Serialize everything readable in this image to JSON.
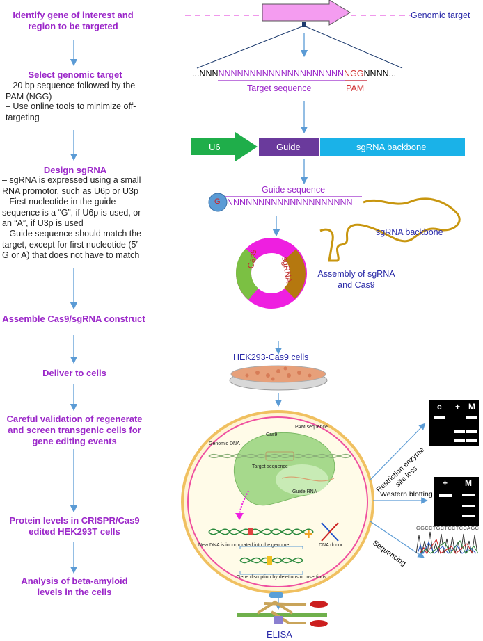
{
  "steps": {
    "s1_title": "Identify gene of interest and region to be targeted",
    "s2_title": "Select genomic target",
    "s2_line1": "– 20 bp sequence followed by the PAM (NGG)",
    "s2_line2": "– Use online tools to minimize off-targeting",
    "s3_title": "Design sgRNA",
    "s3_line1": "– sgRNA is expressed using a small RNA promotor, such as U6p or U3p",
    "s3_line2": "– First nucleotide in the guide sequence is a “G”, if U6p is used, or an “A”, if U3p is used",
    "s3_line3": "– Guide sequence should match the target, except for first nucleotide (5′ G or A) that does not have to match",
    "s4_title": "Assemble Cas9/sgRNA construct",
    "s5_title": "Deliver to cells",
    "s6_title": "Careful validation of regenerate and screen transgenic cells for gene editing events",
    "s7_title": "Protein levels in CRISPR/Cas9 edited HEK293T cells",
    "s8_title": "Analysis of beta-amyloid levels in the cells"
  },
  "right": {
    "genomic_target": "Genomic target",
    "seq_left": "...NNN",
    "seq_mid": "NNNNNNNNNNNNNNNNNNNN",
    "seq_pam": "NGG",
    "seq_right": "NNNN...",
    "target_sequence": "Target sequence",
    "pam": "PAM",
    "u6": "U6",
    "guide": "Guide",
    "sgrna_backbone_bar": "sgRNA backbone",
    "guide_sequence": "Guide sequence",
    "g_letter": "G",
    "guide_ns": "NNNNNNNNNNNNNNNNNNNN",
    "sgrna_backbone": "sgRNA backbone",
    "cas9_plasmid": "Cas9",
    "sgrna_plasmid": "sgRNA",
    "assembly_line1": "Assembly of sgRNA",
    "assembly_line2": "and Cas9",
    "cells": "HEK293-Cas9 cells",
    "pam_sequence": "PAM sequence",
    "cas9_cell": "Cas9",
    "genomic_dna": "Genomic DNA",
    "target_seq_cell": "Target sequence",
    "guide_rna": "Guide RNA",
    "new_dna": "New DNA is incorporated into the genome",
    "plus": "+",
    "dna_donor": "DNA donor",
    "gene_disruption": "Gene disruption by deletions or insertions",
    "restriction1": "Restriction enzyme",
    "restriction2": "site loss",
    "western": "Western blotting",
    "sequencing": "Sequencing",
    "gel1_c": "c",
    "gel1_plus": "+",
    "gel1_m": "M",
    "gel2_plus": "+",
    "gel2_m": "M",
    "seq_read": "GGCCTGCTCCTCCAGC",
    "elisa": "ELISA"
  },
  "colors": {
    "step_title": "#9b27c9",
    "arrow_blue": "#5b9bd5",
    "u6_green": "#1fae4a",
    "guide_purple": "#6a3a9c",
    "backbone_cyan": "#1ab2e8",
    "genomic_arrow_pink": "#f37ef0",
    "plasmid_magenta": "#ee1fe0",
    "plasmid_green": "#7bc043",
    "plasmid_brown": "#b5780f"
  }
}
